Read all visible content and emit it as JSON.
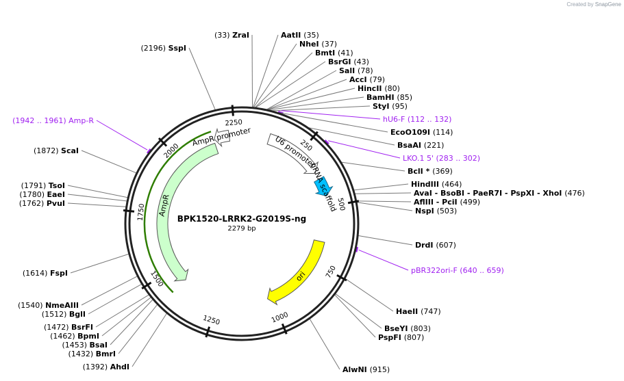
{
  "credit": {
    "prefix": "Created by",
    "brand": "SnapGene"
  },
  "plasmid": {
    "name": "BPK1520-LRRK2-G2019S-ng",
    "length_label": "2279 bp",
    "length": 2279
  },
  "ticks": [
    {
      "pos": 250,
      "label": "250"
    },
    {
      "pos": 500,
      "label": "500"
    },
    {
      "pos": 750,
      "label": "750"
    },
    {
      "pos": 1000,
      "label": "1000"
    },
    {
      "pos": 1250,
      "label": "1250"
    },
    {
      "pos": 1500,
      "label": "1500"
    },
    {
      "pos": 1750,
      "label": "1750"
    },
    {
      "pos": 2000,
      "label": "2000"
    },
    {
      "pos": 2250,
      "label": "2250"
    }
  ],
  "features": [
    {
      "name": "AmpR promoter",
      "label": "AmpR promoter",
      "start": 2165,
      "end": 2227,
      "dir": -1,
      "fill": "#ffffff",
      "stroke": "#555555",
      "track": 2
    },
    {
      "name": "AmpR",
      "label": "AmpR",
      "start": 1424,
      "end": 2162,
      "dir": -1,
      "fill": "#ccffcc",
      "stroke": "#555555",
      "track": 3
    },
    {
      "name": "U6 promoter",
      "label": "U6 promoter",
      "start": 112,
      "end": 352,
      "dir": 1,
      "fill": "#ffffff",
      "stroke": "#555555",
      "track": 2
    },
    {
      "name": "gRNA scaffold",
      "label": "gRNA scaffold",
      "start": 380,
      "end": 455,
      "dir": 1,
      "fill": "#00bfff",
      "stroke": "#1a6a8a",
      "track": 2
    },
    {
      "name": "ori",
      "label": "ori",
      "start": 650,
      "end": 1020,
      "dir": 1,
      "fill": "#ffff00",
      "stroke": "#555555",
      "track": 3
    }
  ],
  "labels_left": [
    {
      "pos": "(2196)",
      "name": "SspI",
      "site": 2196
    },
    {
      "pos": "(1942 .. 1961)",
      "name": "Amp-R",
      "site": 1950,
      "primer": true
    },
    {
      "pos": "(1872)",
      "name": "ScaI",
      "site": 1872
    },
    {
      "pos": "(1791)",
      "name": "TsoI",
      "site": 1791
    },
    {
      "pos": "(1780)",
      "name": "EaeI",
      "site": 1780
    },
    {
      "pos": "(1762)",
      "name": "PvuI",
      "site": 1762
    },
    {
      "pos": "(1614)",
      "name": "FspI",
      "site": 1614
    },
    {
      "pos": "(1540)",
      "name": "NmeAIII",
      "site": 1540
    },
    {
      "pos": "(1512)",
      "name": "BglI",
      "site": 1512
    },
    {
      "pos": "(1472)",
      "name": "BsrFI",
      "site": 1472
    },
    {
      "pos": "(1462)",
      "name": "BpmI",
      "site": 1462
    },
    {
      "pos": "(1453)",
      "name": "BsaI",
      "site": 1453
    },
    {
      "pos": "(1432)",
      "name": "BmrI",
      "site": 1432
    },
    {
      "pos": "(1392)",
      "name": "AhdI",
      "site": 1392
    }
  ],
  "labels_top": [
    {
      "pos": "(33)",
      "name": "ZraI",
      "site": 33
    }
  ],
  "labels_right": [
    {
      "pos": "(35)",
      "name": "AatII",
      "site": 35
    },
    {
      "pos": "(37)",
      "name": "NheI",
      "site": 37
    },
    {
      "pos": "(41)",
      "name": "BmtI",
      "site": 41
    },
    {
      "pos": "(43)",
      "name": "BsrGI",
      "site": 43
    },
    {
      "pos": "(78)",
      "name": "SalI",
      "site": 78
    },
    {
      "pos": "(79)",
      "name": "AccI",
      "site": 79
    },
    {
      "pos": "(80)",
      "name": "HincII",
      "site": 80
    },
    {
      "pos": "(85)",
      "name": "BamHI",
      "site": 85
    },
    {
      "pos": "(95)",
      "name": "StyI",
      "site": 95
    },
    {
      "pos": "(112 .. 132)",
      "name": "hU6-F",
      "site": 122,
      "primer": true
    },
    {
      "pos": "(114)",
      "name": "EcoO109I",
      "site": 114
    },
    {
      "pos": "(221)",
      "name": "BsaAI",
      "site": 221
    },
    {
      "pos": "(283 .. 302)",
      "name": "LKO.1 5'",
      "site": 292,
      "primer": true
    },
    {
      "pos": "(369)",
      "name": "BclI *",
      "site": 369
    },
    {
      "pos": "(464)",
      "name": "HindIII",
      "site": 464
    },
    {
      "pos": "(476)",
      "name": "AvaI  - BsoBI  - PaeR7I  - PspXI  - XhoI",
      "site": 476
    },
    {
      "pos": "(499)",
      "name": "AflIII  - PciI",
      "site": 499
    },
    {
      "pos": "(503)",
      "name": "NspI",
      "site": 503
    },
    {
      "pos": "(607)",
      "name": "DrdI",
      "site": 607
    },
    {
      "pos": "(640 .. 659)",
      "name": "pBR322ori-F",
      "site": 650,
      "primer": true
    },
    {
      "pos": "(747)",
      "name": "HaeII",
      "site": 747
    },
    {
      "pos": "(803)",
      "name": "BseYI",
      "site": 803
    },
    {
      "pos": "(807)",
      "name": "PspFI",
      "site": 807
    },
    {
      "pos": "(915)",
      "name": "AlwNI",
      "site": 915
    }
  ],
  "colors": {
    "primer": "#a020f0",
    "backbone": "#222222",
    "feature_green": "#2e7d00"
  }
}
